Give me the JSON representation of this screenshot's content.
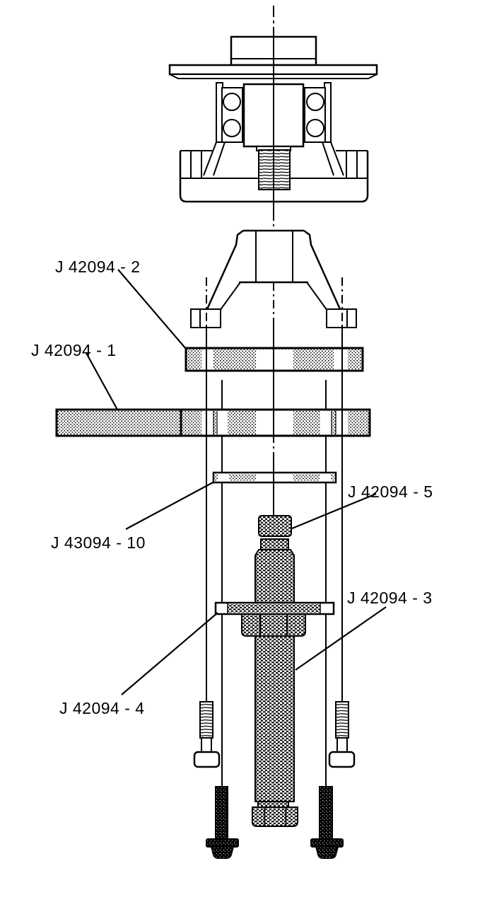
{
  "figure": {
    "kind": "exploded-assembly-service-tool-diagram",
    "background_color": "#ffffff",
    "line_color": "#000000"
  },
  "labels": {
    "part2": "J 42094 - 2",
    "part1": "J 42094 - 1",
    "part10": "J 43094 - 10",
    "part5": "J 42094 - 5",
    "part3": "J 42094 - 3",
    "part4": "J 42094 - 4"
  }
}
